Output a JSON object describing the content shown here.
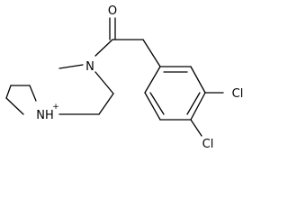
{
  "molecule": {
    "atoms": {
      "carbonyl_oxygen": "O",
      "amide_nitrogen": "N",
      "chlorine_3": "Cl",
      "chlorine_4": "Cl",
      "pyrrolidinium_nitrogen": "NH",
      "charge": "+"
    }
  }
}
